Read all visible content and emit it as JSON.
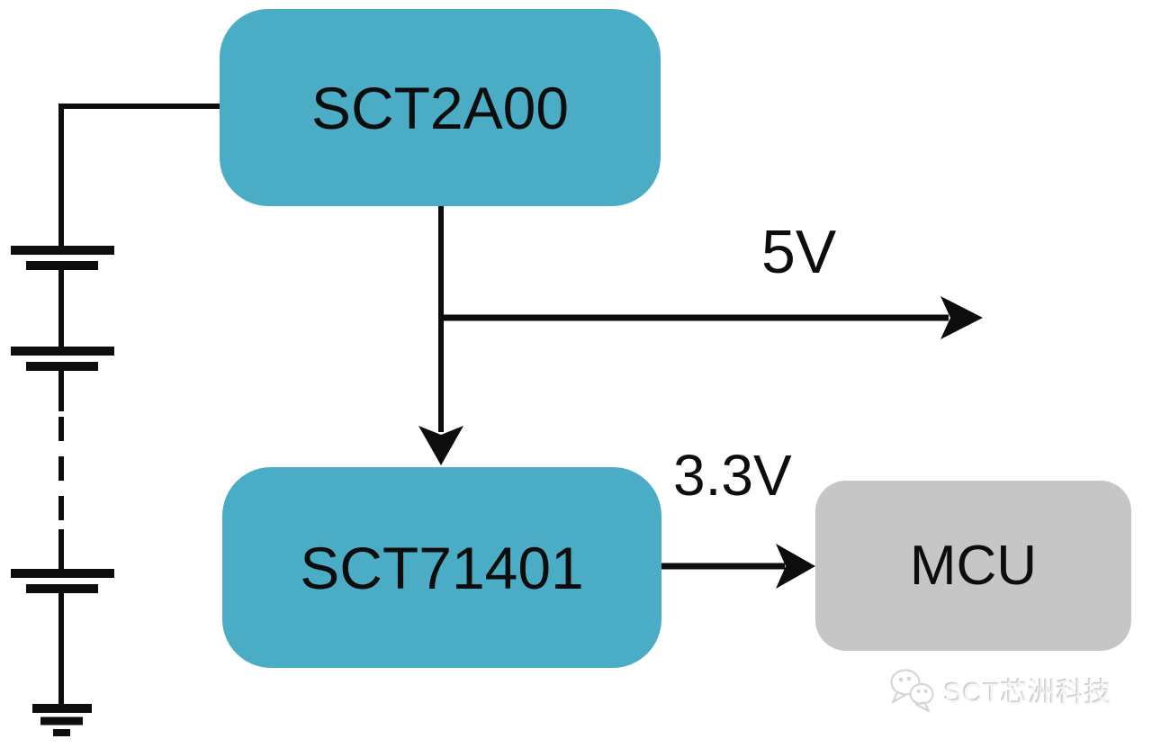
{
  "diagram": {
    "blocks": [
      {
        "id": "sct2a00",
        "label": "SCT2A00",
        "fill": "#4BACC6"
      },
      {
        "id": "sct71401",
        "label": "SCT71401",
        "fill": "#4BACC6"
      },
      {
        "id": "mcu",
        "label": "MCU",
        "fill": "#C6C6C6"
      }
    ],
    "rails": [
      {
        "id": "rail-5v",
        "label": "5V"
      },
      {
        "id": "rail-3v3",
        "label": "3.3V"
      }
    ],
    "symbols": [
      {
        "id": "battery-stack",
        "type": "series-battery-cells-with-dashed-continuation"
      },
      {
        "id": "ground",
        "type": "earth-ground"
      }
    ],
    "connections": [
      {
        "from": "battery-stack",
        "to": "sct2a00"
      },
      {
        "from": "sct2a00",
        "to": "rail-5v",
        "label": "5V"
      },
      {
        "from": "sct2a00",
        "to": "sct71401"
      },
      {
        "from": "sct71401",
        "to": "mcu",
        "label": "3.3V"
      }
    ],
    "colors": {
      "block_teal": "#4BACC6",
      "block_gray": "#C6C6C6",
      "wire": "#0D0D0D",
      "background": "#FFFFFF"
    }
  },
  "watermark": {
    "text": "SCT芯洲科技",
    "icon": "wechat-icon"
  }
}
